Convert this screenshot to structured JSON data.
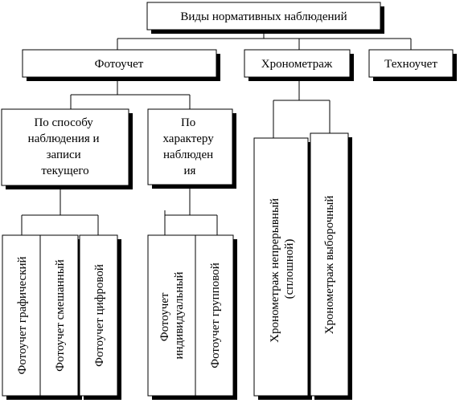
{
  "root": {
    "label": "Виды нормативных наблюдений"
  },
  "level1": {
    "photo": "Фотоучет",
    "chrono": "Хронометраж",
    "techno": "Техноучет"
  },
  "level2": {
    "method": [
      "По способу",
      "наблюдения и",
      "записи",
      "текущего"
    ],
    "character": [
      "По",
      "характеру",
      "наблюден",
      "ия"
    ]
  },
  "leaves": {
    "graphic": [
      "Фотоучет графический"
    ],
    "mixed": [
      "Фотоучет смешанный"
    ],
    "digital": [
      "Фотоучет цифровой"
    ],
    "individual": [
      "Фотоучет",
      "индивидуальный"
    ],
    "group": [
      "Фотоучет групповой"
    ],
    "continuous": [
      "Хронометраж непрерывный",
      "(сплошной)"
    ],
    "selective": [
      "Хронометраж выборочный"
    ]
  }
}
